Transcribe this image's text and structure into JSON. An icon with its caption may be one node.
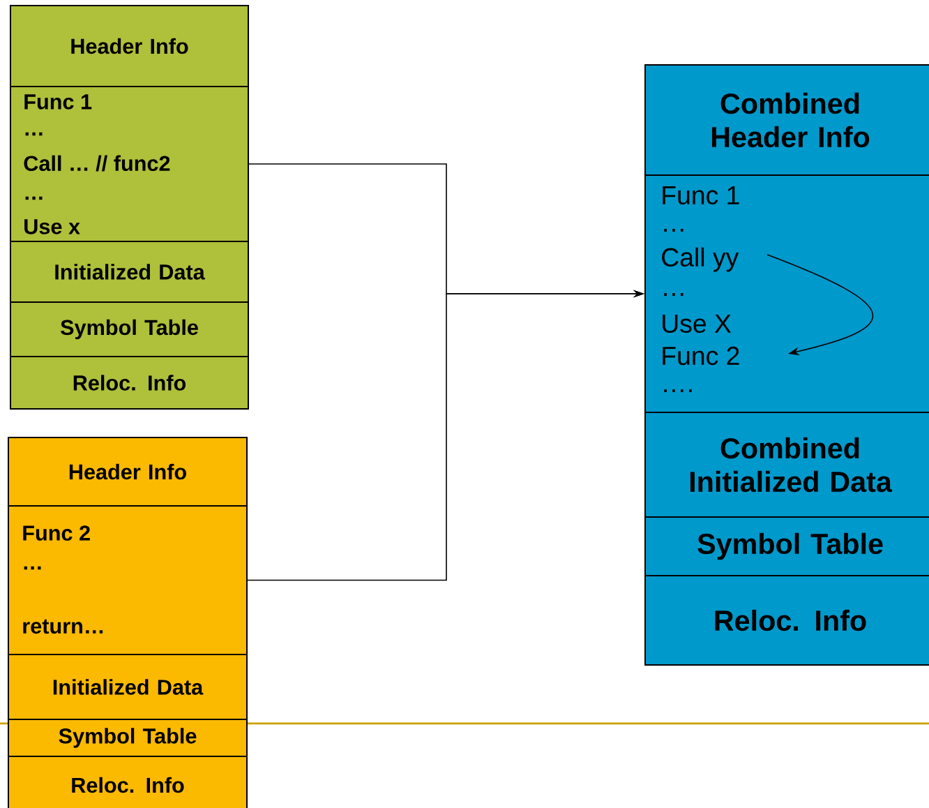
{
  "diagram": {
    "nodes": [
      {
        "text": [
          "Header Info"
        ]
      },
      {
        "text": [
          "Func 1",
          "…",
          "Call … // func2",
          "…",
          "Use x"
        ]
      },
      {
        "text": [
          "Initialized Data"
        ]
      },
      {
        "text": [
          "Symbol Table"
        ]
      },
      {
        "text": [
          "Reloc. Info"
        ]
      },
      {
        "text": [
          "Header Info"
        ]
      },
      {
        "text": [
          "Func 2",
          "…",
          "return…"
        ]
      },
      {
        "text": [
          "Initialized Data"
        ]
      },
      {
        "text": [
          "Symbol Table"
        ]
      },
      {
        "text": [
          "Reloc. Info"
        ]
      },
      {
        "text": [
          "Combined Header Info"
        ]
      },
      {
        "text": [
          "Func 1",
          "…",
          "Call yy",
          "…",
          "Use X",
          "Func 2",
          "…."
        ]
      },
      {
        "text": [
          "Combined Initialized Data"
        ]
      },
      {
        "text": [
          "Symbol Table"
        ]
      },
      {
        "text": [
          "Reloc. Info"
        ]
      }
    ],
    "edges": [
      {
        "from": 1,
        "to": 11,
        "arrow": "to"
      },
      {
        "from": 6,
        "to": 11,
        "arrow": "to"
      }
    ]
  }
}
